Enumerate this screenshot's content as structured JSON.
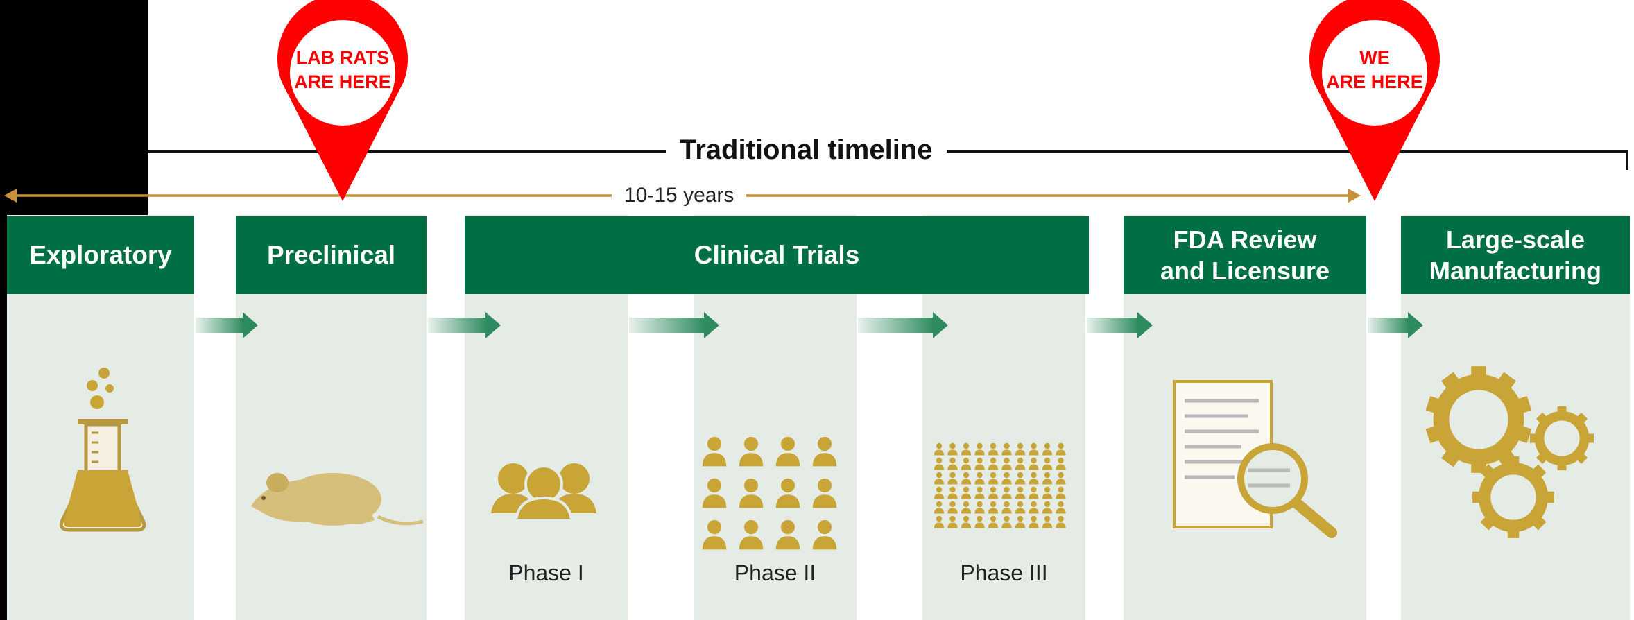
{
  "timeline": {
    "title": "Traditional timeline",
    "duration": "10-15 years"
  },
  "stages": [
    {
      "id": "exploratory",
      "label": "Exploratory"
    },
    {
      "id": "preclinical",
      "label": "Preclinical"
    },
    {
      "id": "clinical",
      "label": "Clinical Trials",
      "phases": [
        "Phase I",
        "Phase II",
        "Phase III"
      ]
    },
    {
      "id": "fda",
      "label_line1": "FDA Review",
      "label_line2": "and Licensure"
    },
    {
      "id": "manufacturing",
      "label_line1": "Large-scale",
      "label_line2": "Manufacturing"
    }
  ],
  "markers": [
    {
      "id": "lab-rats",
      "line1": "LAB RATS",
      "line2": "ARE HERE"
    },
    {
      "id": "we",
      "line1": "WE",
      "line2": "ARE HERE"
    }
  ],
  "colors": {
    "header_green": "#007044",
    "panel_bg": "#e5ece6",
    "icon_gold": "#c9a436",
    "arrow_green": "#2e8a5f",
    "pin_red": "#ff0000",
    "range_orange": "#c9913a"
  },
  "icons": [
    "flask-icon",
    "mouse-icon",
    "group-icon",
    "people-grid-icon",
    "crowd-icon",
    "document-magnifier-icon",
    "gears-icon"
  ]
}
